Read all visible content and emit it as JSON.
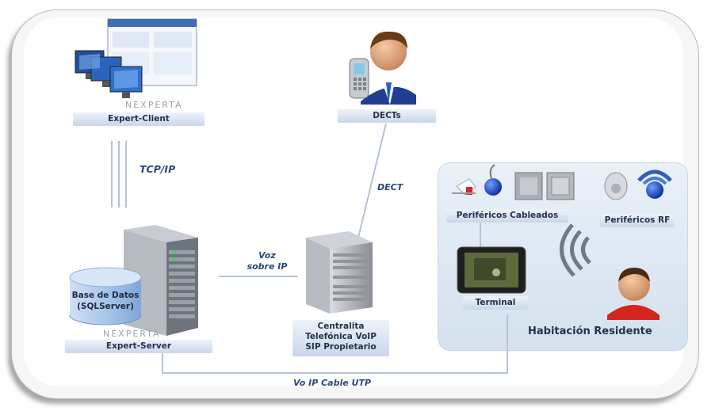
{
  "nodes": {
    "expert_client": "Expert-Client",
    "dects": "DECTs",
    "expert_server": "Expert-Server",
    "centralita": [
      "Centralita",
      "Telefónica VoIP",
      "SIP Propietario"
    ],
    "perifericos_cableados": "Periféricos Cableados",
    "perifericos_rf": "Periféricos RF",
    "terminal": "Terminal",
    "habitacion": "Habitación Residente",
    "database": [
      "Base de Datos",
      "(SQLServer)"
    ]
  },
  "edges": {
    "tcp_ip": "TCP/IP",
    "dect": "DECT",
    "voz_ip": [
      "Voz",
      "sobre  IP"
    ],
    "vo_ip_cable": "Vo IP Cable UTP"
  },
  "logo_text": "NEXPERTA"
}
